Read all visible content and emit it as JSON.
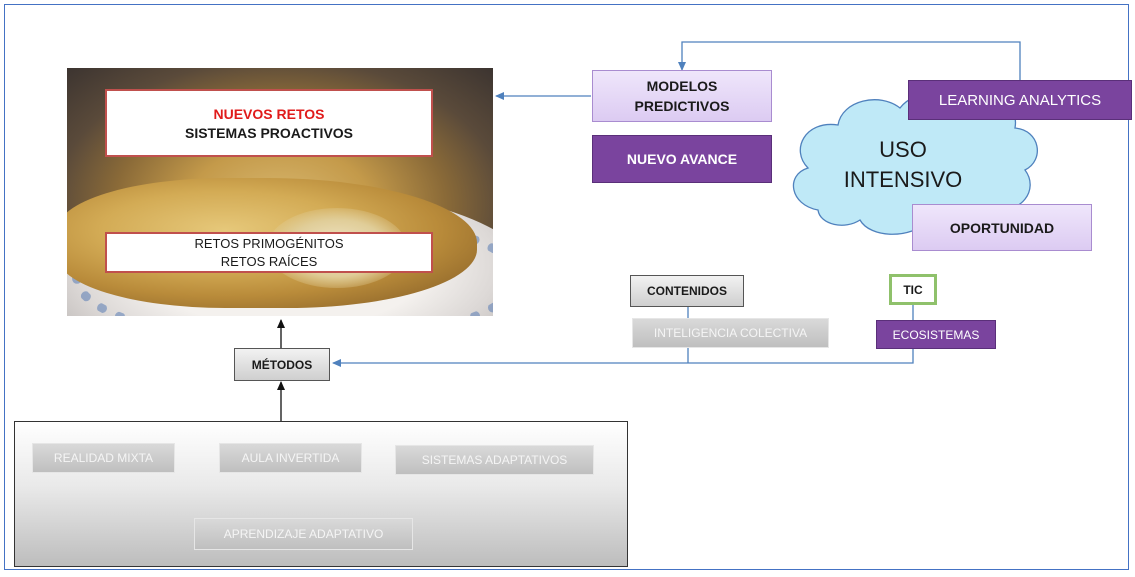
{
  "photo": {
    "top_box": {
      "line1": "NUEVOS RETOS",
      "line2": "SISTEMAS PROACTIVOS"
    },
    "bottom_box": {
      "line1": "RETOS PRIMOGÉNITOS",
      "line2": "RETOS RAÍCES"
    }
  },
  "nodes": {
    "modelos_predictivos": "MODELOS PREDICTIVOS",
    "nuevo_avance": "NUEVO AVANCE",
    "learning_analytics": "LEARNING ANALYTICS",
    "uso_intensivo_line1": "USO",
    "uso_intensivo_line2": "INTENSIVO",
    "oportunidad": "OPORTUNIDAD",
    "contenidos": "CONTENIDOS",
    "inteligencia_colectiva": "INTELIGENCIA COLECTIVA",
    "tic": "TIC",
    "ecosistemas": "ECOSISTEMAS",
    "metodos": "MÉTODOS"
  },
  "methods_panel": {
    "items": [
      "REALIDAD MIXTA",
      "AULA INVERTIDA",
      "SISTEMAS ADAPTATIVOS",
      "APRENDIZAJE ADAPTATIVO"
    ]
  },
  "colors": {
    "frame": "#4472c4",
    "connector": "#4f81bd",
    "red_text": "#e01b1b",
    "red_border": "#c0504d",
    "purple": "#7a449e",
    "lavender": "#dccbf2",
    "cloud": "#bfe9f7",
    "tic_border": "#8fc16b"
  }
}
